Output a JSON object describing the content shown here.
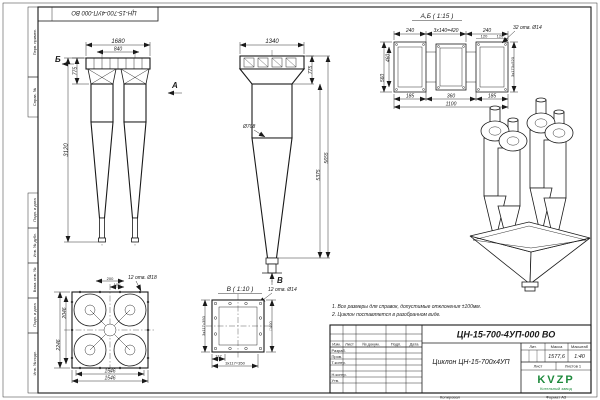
{
  "colors": {
    "line": "#1a1a1a",
    "logo": "#1f8a3d"
  },
  "frame": {
    "stamp": "ЦН-15-700-4УП-000 ВО",
    "columns": [
      "Перв. примен.",
      "Справ. №",
      "Подп. и дата",
      "Инв. № дубл.",
      "Взам. инв. №",
      "Подп. и дата",
      "Инв. № подл."
    ],
    "copy_label": "Копировал",
    "format_label": "Формат А3"
  },
  "front": {
    "dim_w": "1680",
    "dim_w2": "840",
    "dim_h1": "775",
    "dim_h": "3120",
    "label_a": "А",
    "label_b": "Б"
  },
  "side": {
    "dim_w": "1340",
    "dim_h1": "775",
    "dim_h2": "5375",
    "dim_h": "5655",
    "dia": "Ø708",
    "label_v": "В"
  },
  "detail_ab": {
    "title": "А,Б ( 1:15 )",
    "top1": "240",
    "top2": "3х140=420",
    "top3": "240",
    "s1": "120",
    "s2": "120",
    "holes": "32 отв. Ø14",
    "left1": "560",
    "left2": "460",
    "bot1": "185",
    "bot2": "360",
    "bot3": "185",
    "bot4": "1100",
    "right1": "3х173=520"
  },
  "plan": {
    "dim1": "200",
    "dim2": "100",
    "holes": "12 отв. Ø18",
    "left1": "2246",
    "left2": "2046",
    "bot1": "1546",
    "bot2": "1546"
  },
  "detail_v": {
    "title": "В ( 1:10 )",
    "holes": "12 отв. Ø14",
    "left1": "3х117=350",
    "bot1": "117",
    "bot2": "3х117=350",
    "right1": "□400"
  },
  "notes": [
    "1. Все размеры для справок, допустимые отклонения ±100мм.",
    "2. Циклон поставляется в разобранном виде."
  ],
  "tb": {
    "designation": "ЦН-15-700-4УП-000 ВО",
    "name": "Циклон ЦН-15-700х4УП",
    "h_izm": "Изм.",
    "h_list": "Лист",
    "h_doc": "№ докум.",
    "h_sign": "Подп.",
    "h_date": "Дата",
    "r_dev": "Разраб.",
    "r_chk": "Пров.",
    "r_tk": "Т.контр.",
    "r_nk": "Н.контр.",
    "r_app": "Утв.",
    "h_lit": "Лит.",
    "h_mass": "Масса",
    "h_scale": "Масштаб",
    "mass": "1577,6",
    "scale": "1:40",
    "sheet": "Лист",
    "sheets": "Листов 1",
    "logo": "KVZP",
    "logo_sub": "Котельный завод"
  }
}
